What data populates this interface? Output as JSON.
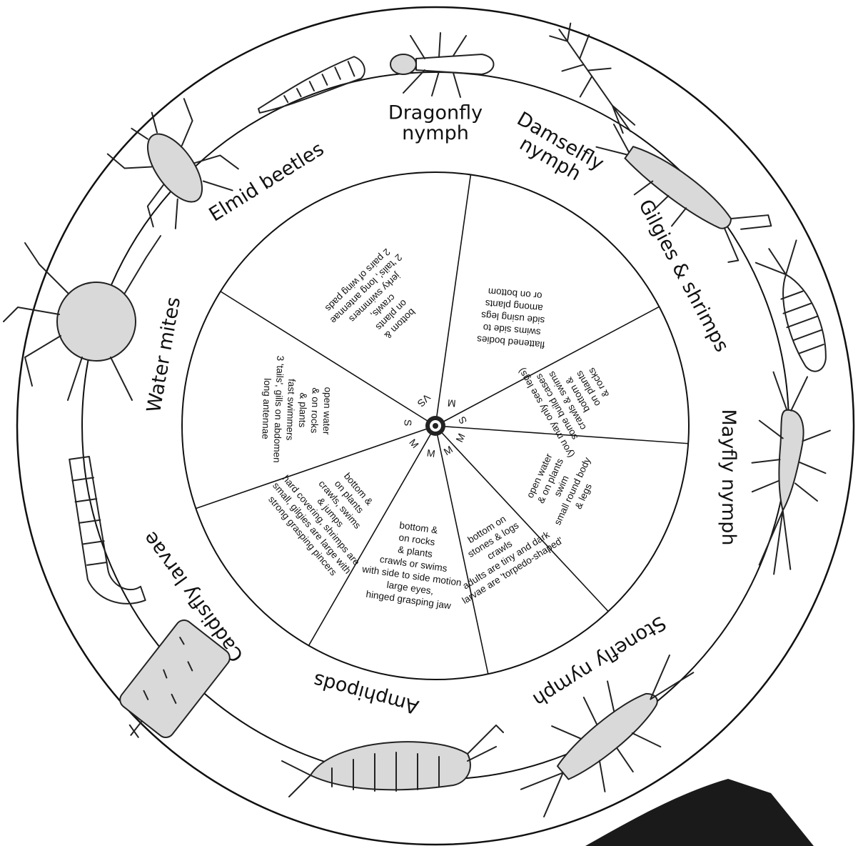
{
  "wheel": {
    "colors": {
      "ink": "#111111",
      "paper": "#ffffff",
      "shadow": "#1a1a1a"
    },
    "outer_labels": [
      {
        "id": "dragonfly",
        "text": "Dragonfly nymph",
        "lines": [
          "Dragonfly",
          "nymph"
        ]
      },
      {
        "id": "damselfly",
        "text": "Damselfly nymph",
        "lines": [
          "Damselfly",
          "nymph"
        ]
      },
      {
        "id": "gilgies",
        "text": "Gilgies & shrimps"
      },
      {
        "id": "mayfly",
        "text": "Mayfly nymph"
      },
      {
        "id": "stonefly",
        "text": "Stonefly nymph"
      },
      {
        "id": "amphipods",
        "text": "Amphipods"
      },
      {
        "id": "caddisfly",
        "text": "Caddisfly larvae"
      },
      {
        "id": "water-mites",
        "text": "Water mites"
      },
      {
        "id": "elmid",
        "text": "Elmid beetles"
      }
    ],
    "segments": [
      {
        "id": "dragonfly",
        "code": "M",
        "lines": [
          "flattened bodies",
          "swims side to",
          "side using legs",
          "among plants",
          "or on bottom"
        ]
      },
      {
        "id": "damselfly",
        "code": "S",
        "lines": [
          "(you may only see legs)",
          "some build cases",
          "crawls & swims",
          "bottom &",
          "on plants",
          "& rocks"
        ]
      },
      {
        "id": "gilgies",
        "code": "M",
        "lines": [
          "open water",
          "& on plants",
          "swim",
          "small round body",
          "& legs"
        ]
      },
      {
        "id": "mayfly",
        "code": "M",
        "lines": [
          "bottom on",
          "stones & logs",
          "crawls",
          "adults are tiny and dark",
          "larvae are 'torpedo-shaped'"
        ]
      },
      {
        "id": "stonefly",
        "code": "M",
        "lines": [
          "bottom &",
          "on rocks",
          "& plants",
          "crawls or swims",
          "with side to side motion",
          "large eyes,",
          "hinged grasping jaw"
        ]
      },
      {
        "id": "amphipods",
        "code": "M",
        "lines": [
          "bottom &",
          "on plants",
          "crawls, swims",
          "& jumps",
          "hard covering, shrimps are",
          "small, gilgies are large with",
          "strong grasping pincers"
        ]
      },
      {
        "id": "caddisfly",
        "code": "S",
        "lines": [
          "open water",
          "& on rocks",
          "& plants",
          "fast swimmers",
          "3 'tails', gills on abdomen",
          "long antennae"
        ]
      },
      {
        "id": "water-mites",
        "code": "VS",
        "lines": [
          "bottom &",
          "on plants",
          "crawls,",
          "jerky swimmers",
          "2 'tails', long antennae",
          "2 pairs of wing pads"
        ]
      }
    ],
    "icons": [
      "elmid-beetle-icon",
      "dragonfly-larva-icon",
      "dragonfly-nymph-icon",
      "damselfly-nymph-icon",
      "gilgie-icon",
      "shrimp-icon",
      "mayfly-nymph-icon",
      "stonefly-nymph-icon",
      "amphipod-icon",
      "caddis-case-icon",
      "caddis-larva-icon",
      "water-mite-icon"
    ]
  }
}
